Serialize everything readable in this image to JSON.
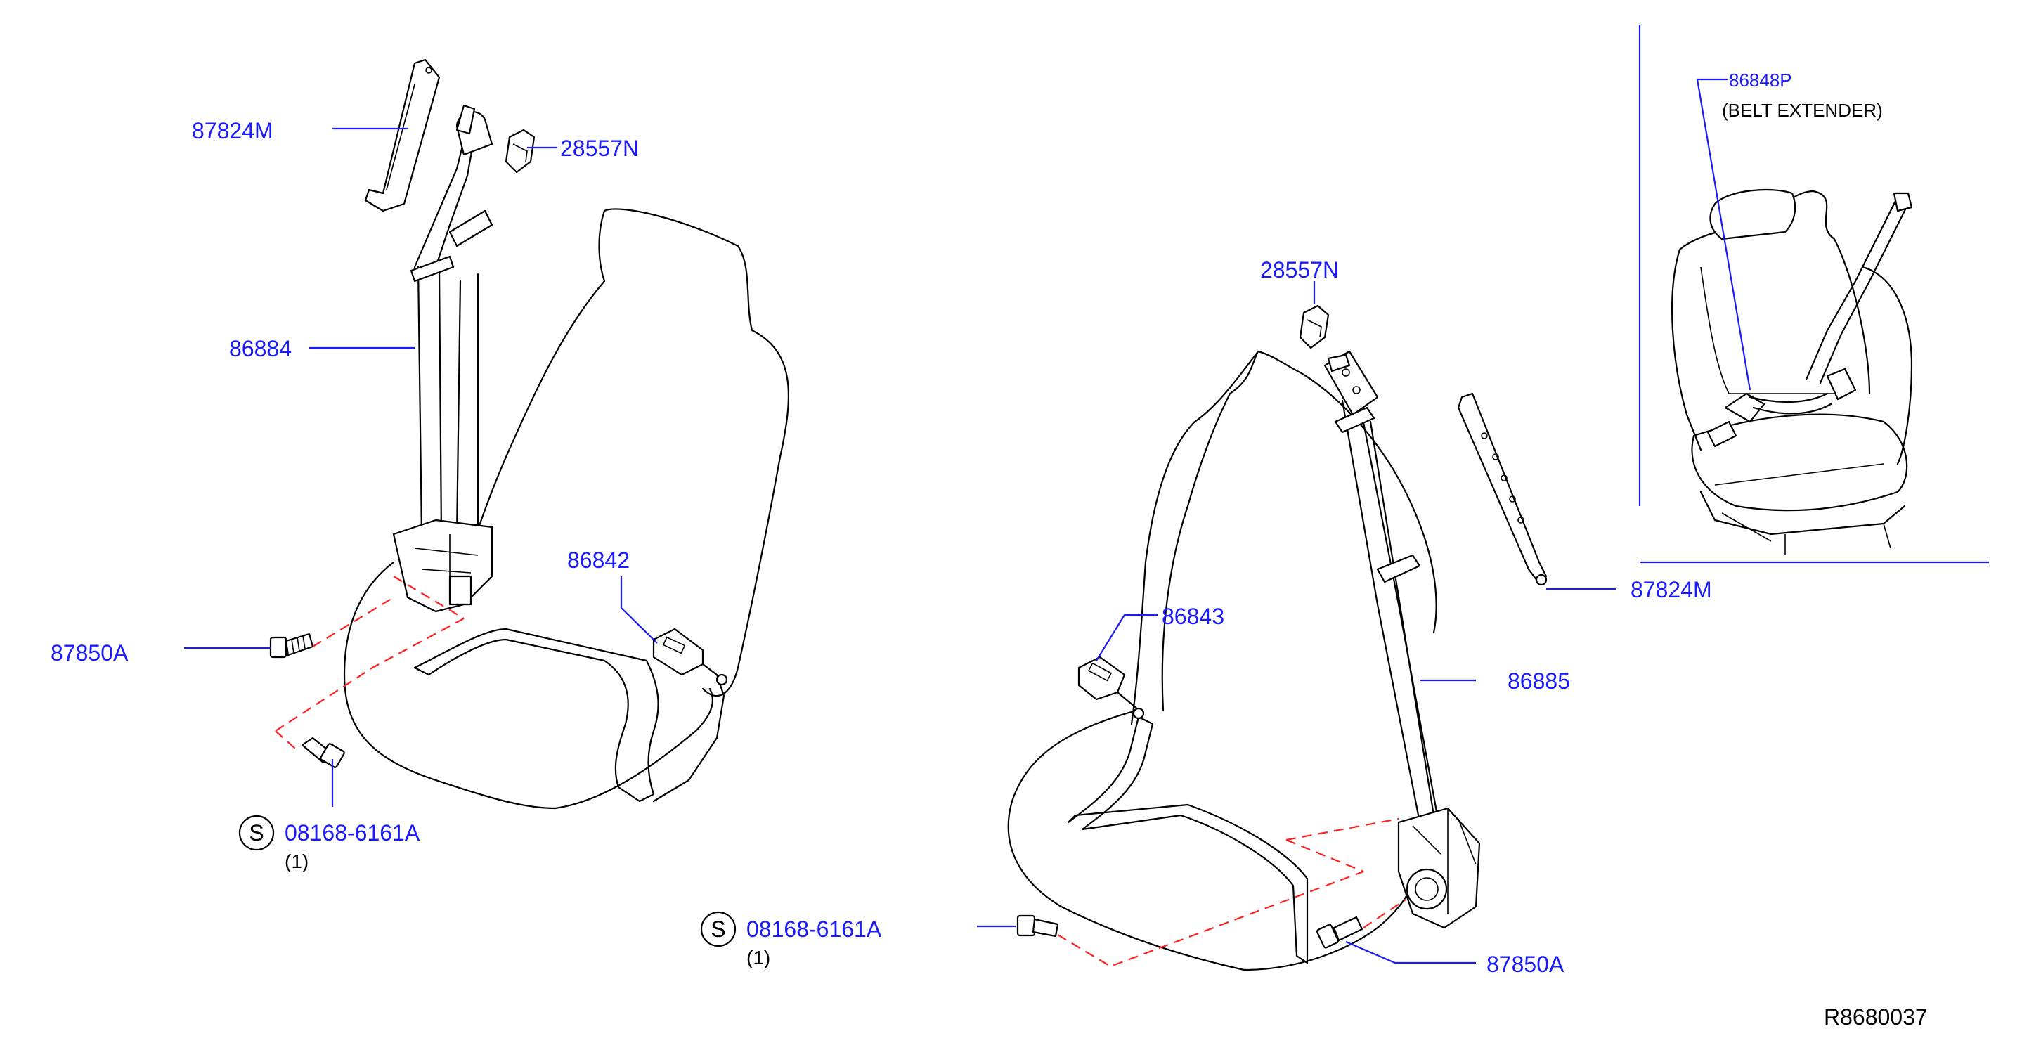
{
  "labels": {
    "left_87824M": "87824M",
    "left_28557N": "28557N",
    "left_86884": "86884",
    "left_86842": "86842",
    "left_87850A": "87850A",
    "left_08168": "08168-6161A",
    "left_qty": "(1)",
    "right_28557N": "28557N",
    "right_86843": "86843",
    "right_86885": "86885",
    "right_87824M": "87824M",
    "right_87850A": "87850A",
    "right_08168": "08168-6161A",
    "right_qty": "(1)",
    "inset_86848P": "86848P",
    "inset_note": "(BELT   EXTENDER)"
  },
  "symbol_s": "S",
  "reference": "R8680037",
  "colors": {
    "label": "#1a1aff",
    "mounting_dashes": "#ff2020",
    "linework": "#000000"
  }
}
